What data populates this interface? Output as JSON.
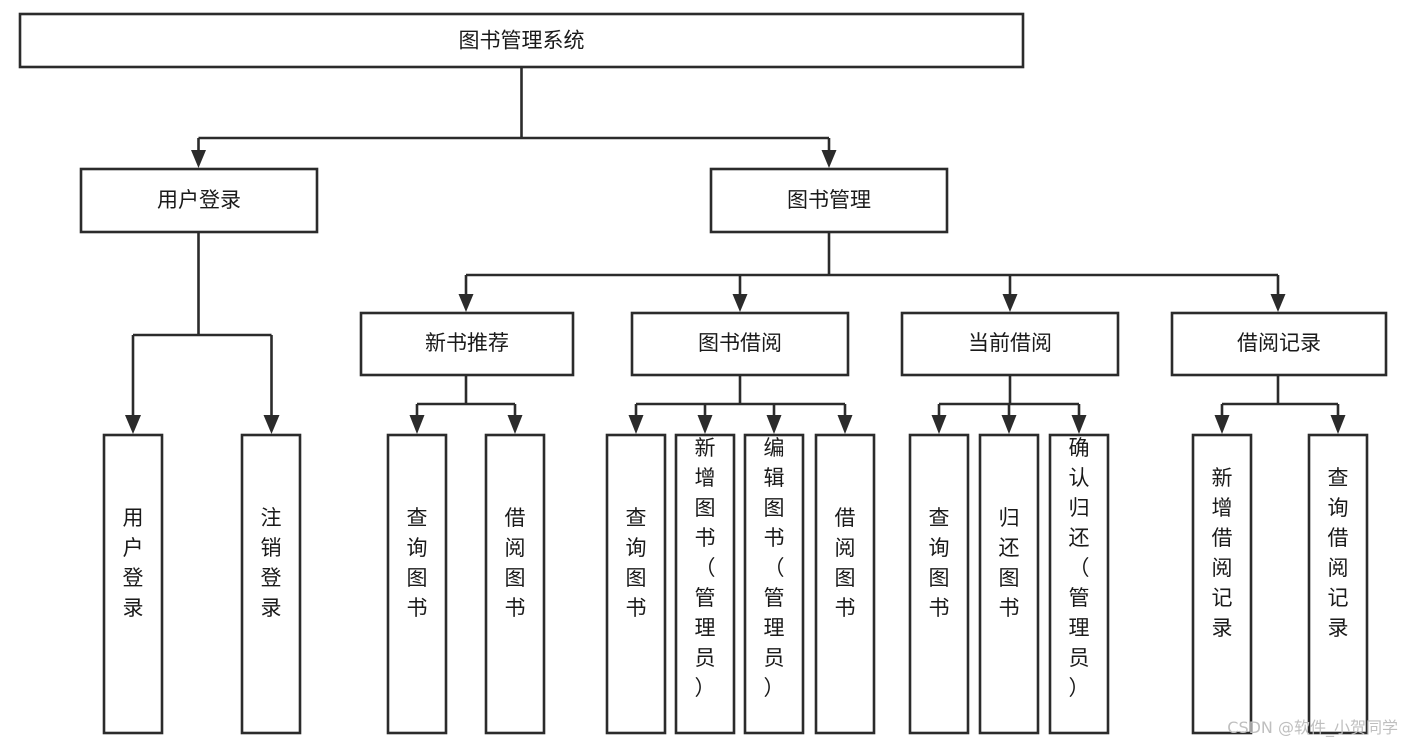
{
  "diagram": {
    "type": "tree-hierarchy",
    "title": "图书管理系统",
    "orientation": "top-down",
    "colors": {
      "box_stroke": "#2b2b2b",
      "box_fill": "#ffffff",
      "connector": "#2b2b2b",
      "text": "#1a1a1a",
      "background": "#ffffff",
      "watermark": "#bfbfbf"
    },
    "root": {
      "label": "图书管理系统"
    },
    "level2": [
      {
        "label": "用户登录"
      },
      {
        "label": "图书管理"
      }
    ],
    "level3": [
      {
        "label": "新书推荐"
      },
      {
        "label": "图书借阅"
      },
      {
        "label": "当前借阅"
      },
      {
        "label": "借阅记录"
      }
    ],
    "leaves": {
      "user_login": [
        {
          "label": "用户登录"
        },
        {
          "label": "注销登录"
        }
      ],
      "new_book_recommend": [
        {
          "label": "查询图书"
        },
        {
          "label": "借阅图书"
        }
      ],
      "book_borrow": [
        {
          "label": "查询图书"
        },
        {
          "label": "新增图书（管理员）"
        },
        {
          "label": "编辑图书（管理员）"
        },
        {
          "label": "借阅图书"
        }
      ],
      "current_borrow": [
        {
          "label": "查询图书"
        },
        {
          "label": "归还图书"
        },
        {
          "label": "确认归还（管理员）"
        }
      ],
      "borrow_record": [
        {
          "label": "新增借阅记录"
        },
        {
          "label": "查询借阅记录"
        }
      ]
    }
  },
  "watermark": {
    "text": "CSDN @软件_小贺同学"
  }
}
